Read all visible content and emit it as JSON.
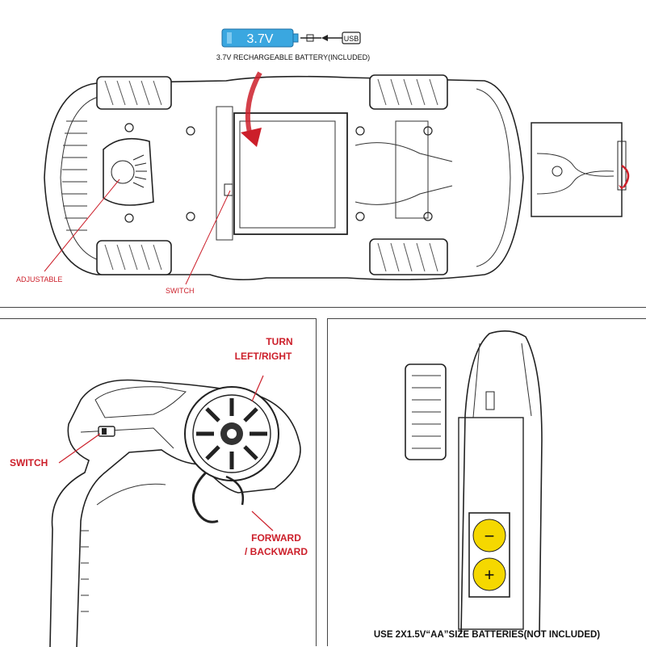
{
  "battery_label": "3.7V",
  "usb_label": "USB",
  "battery_caption": "3.7V RECHARGEABLE BATTERY(INCLUDED)",
  "adjustable_label": "ADJUSTABLE",
  "car_switch_label": "SWITCH",
  "turn_label_line1": "TURN",
  "turn_label_line2": "LEFT/RIGHT",
  "remote_switch_label": "SWITCH",
  "forward_label_line1": "FORWARD",
  "forward_label_line2": "/ BACKWARD",
  "minus_symbol": "−",
  "plus_symbol": "+",
  "aa_caption": "USE 2X1.5V“AA”SIZE BATTERIES(NOT INCLUDED)",
  "colors": {
    "accent_red": "#cc1f2a",
    "battery_blue": "#3aa7e0",
    "battery_yellow": "#f5d800",
    "line": "#222222"
  }
}
